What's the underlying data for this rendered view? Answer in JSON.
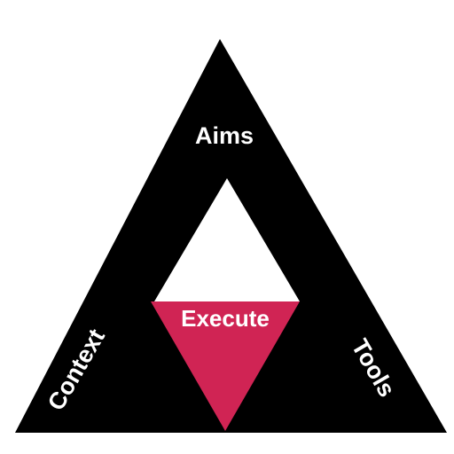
{
  "diagram": {
    "labels": {
      "top": "Aims",
      "left": "Context",
      "right": "Tools",
      "center": "Execute"
    },
    "colors": {
      "frame": "#000000",
      "center_triangle": "#d02454",
      "text": "#ffffff",
      "background": "#ffffff"
    }
  }
}
